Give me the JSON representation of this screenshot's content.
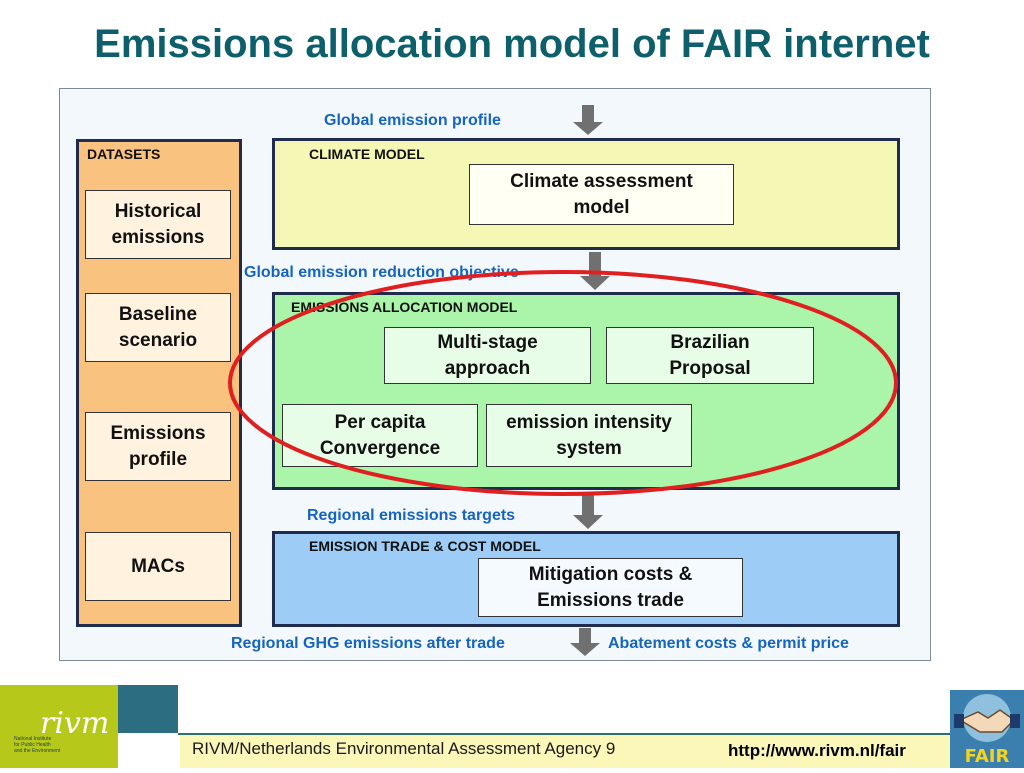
{
  "slide": {
    "title": "Emissions allocation model of FAIR internet"
  },
  "datasets": {
    "label": "DATASETS",
    "items": [
      "Historical\nemissions",
      "Baseline\nscenario",
      "Emissions\nprofile",
      "MACs"
    ]
  },
  "climate_model": {
    "label": "CLIMATE MODEL",
    "box": "Climate assessment\nmodel"
  },
  "allocation_model": {
    "label": "EMISSIONS ALLOCATION MODEL",
    "boxes": [
      "Multi-stage\napproach",
      "Brazilian\nProposal",
      "Per capita\nConvergence",
      "emission intensity\nsystem"
    ]
  },
  "trade_model": {
    "label": "EMISSION TRADE & COST MODEL",
    "box": "Mitigation costs &\nEmissions trade"
  },
  "flows": {
    "global_profile": "Global emission profile",
    "reduction_objective": "Global emission reduction objective",
    "regional_targets": "Regional emissions targets",
    "after_trade": "Regional GHG emissions after trade",
    "abatement": "Abatement costs & permit price"
  },
  "footer": {
    "agency": "RIVM/Netherlands Environmental Assessment Agency 9",
    "url": "http://www.rivm.nl/fair"
  },
  "logos": {
    "rivm_word": "rivm",
    "rivm_subtitle": "National Institute\nfor Public Health\nand the Environment",
    "fair_word": "FAIR"
  },
  "colors": {
    "title": "#0d5f6b",
    "flow_text": "#1565c0",
    "datasets_panel": "#f9c27e",
    "climate_panel": "#f5f7b5",
    "allocation_panel": "#aaf5aa",
    "trade_panel": "#9dcdf7",
    "highlight_ellipse": "#e02020",
    "arrow": "#707070"
  }
}
